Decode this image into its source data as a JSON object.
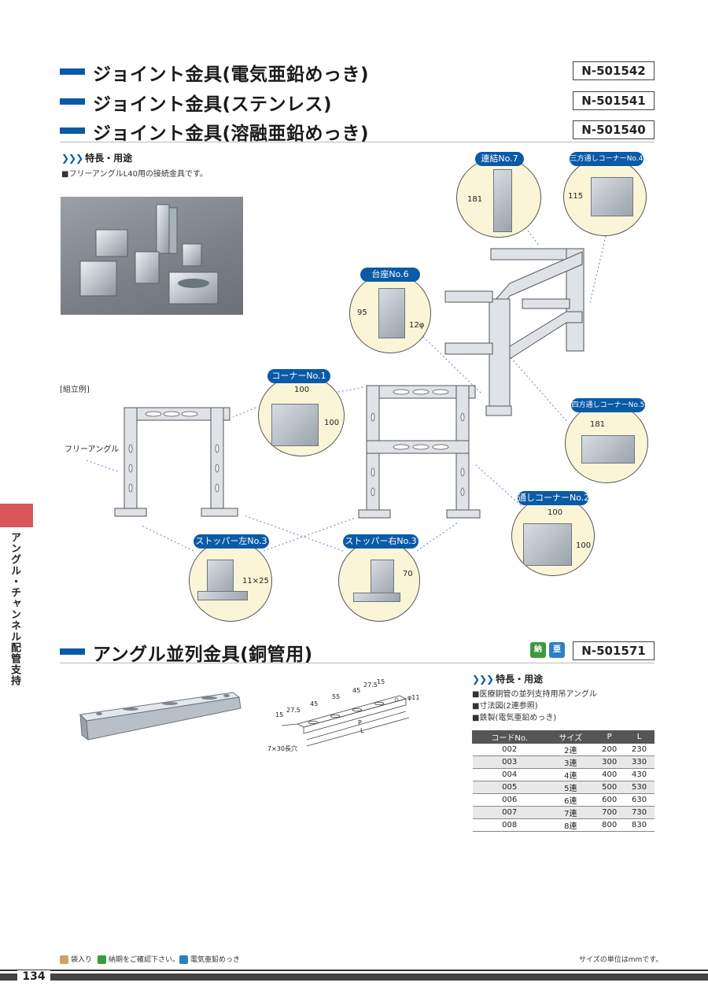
{
  "headers": [
    {
      "title": "ジョイント金具(電気亜鉛めっき)",
      "code": "N-501542"
    },
    {
      "title": "ジョイント金具(ステンレス)",
      "code": "N-501541"
    },
    {
      "title": "ジョイント金具(溶融亜鉛めっき)",
      "code": "N-501540"
    }
  ],
  "joint": {
    "feature_heading": "特長・用途",
    "feature_text": "■フリーアングルL40用の接続金具です。",
    "assembly_label": "[組立例]",
    "free_angle_label": "フリーアングル",
    "callouts": {
      "renketsu": {
        "label": "連結No.7",
        "dim": "181"
      },
      "sanpo": {
        "label": "三方通しコーナーNo.4",
        "dim": "115"
      },
      "daiza": {
        "label": "台座No.6",
        "dim_h": "95",
        "dim_hole": "12φ"
      },
      "corner1": {
        "label": "コーナーNo.1",
        "dim_w": "100",
        "dim_h": "100"
      },
      "shiho": {
        "label": "四方通しコーナーNo.5",
        "dim": "181"
      },
      "toshi": {
        "label": "通しコーナーNo.2",
        "dim_w": "100",
        "dim_h": "100"
      },
      "stopper_l": {
        "label": "ストッパー左No.3",
        "dim": "11×25"
      },
      "stopper_r": {
        "label": "ストッパー右No.3",
        "dim": "70"
      }
    }
  },
  "parallel": {
    "title": "アングル並列金具(銅管用)",
    "code": "N-501571",
    "badges": {
      "nou": "納",
      "zinc": "亜"
    },
    "feature_heading": "特長・用途",
    "features": [
      "■医療銅管の並列支持用吊アングル",
      "■寸法図(2連参照)",
      "■鉄製(電気亜鉛めっき)"
    ],
    "drawing_labels": {
      "d15a": "15",
      "d27a": "27.5",
      "d45a": "45",
      "d55": "55",
      "d45b": "45",
      "d27b": "27.5",
      "d15b": "15",
      "phi": "φ11",
      "p": "P",
      "l": "L",
      "slot": "7×30長穴"
    },
    "table": {
      "headers": [
        "コードNo.",
        "サイズ",
        "P",
        "L"
      ],
      "rows": [
        [
          "002",
          "2連",
          "200",
          "230"
        ],
        [
          "003",
          "3連",
          "300",
          "330"
        ],
        [
          "004",
          "4連",
          "400",
          "430"
        ],
        [
          "005",
          "5連",
          "500",
          "530"
        ],
        [
          "006",
          "6連",
          "600",
          "630"
        ],
        [
          "007",
          "7連",
          "700",
          "730"
        ],
        [
          "008",
          "8連",
          "800",
          "830"
        ]
      ]
    }
  },
  "side_tab": "アングル・チャンネル配管支持",
  "footer": {
    "page_number": "134",
    "legend": [
      "袋入り",
      "納期をご確認下さい。",
      "電気亜鉛めっき"
    ],
    "unit_note": "サイズの単位はmmです。"
  },
  "colors": {
    "accent": "#0a5aa6",
    "callout_bg": "#fbf5d8",
    "tab": "#d9565a",
    "badge_green": "#3d9a3d"
  }
}
